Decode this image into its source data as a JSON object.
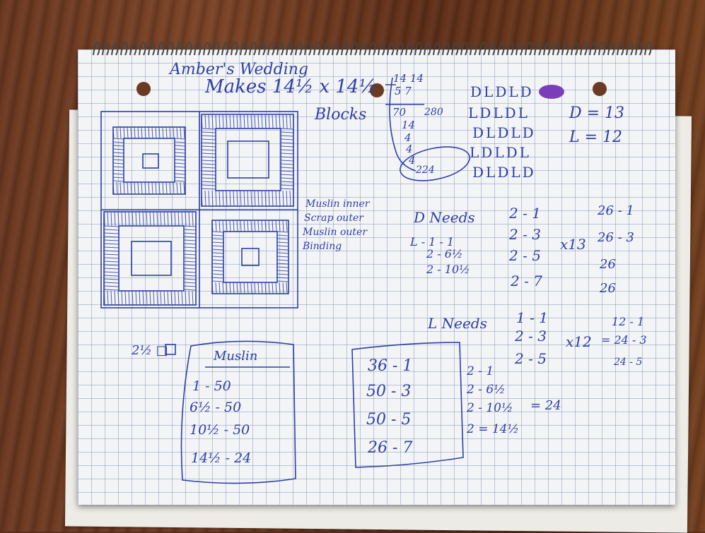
{
  "title": "Amber's Wedding",
  "subtitle": "Makes 14½ x 14½",
  "blocks_label": "Blocks",
  "block_calc": [
    "14 14",
    "5  7",
    "70",
    "14",
    "4",
    "4",
    "4",
    "224"
  ],
  "block_calc_note": "280",
  "rows": [
    "DLDLD",
    "LDLDL",
    "DLDLD",
    "LDLDL",
    "DLDLD"
  ],
  "counts": {
    "d": "D = 13",
    "l": "L = 12"
  },
  "legend": [
    "Muslin inner",
    "Scrap outer",
    "Muslin outer",
    "Binding"
  ],
  "d_needs": {
    "label": "D Needs",
    "left": [
      "L - 1 - 1",
      "2 - 6½",
      "2 - 10½"
    ],
    "mid": [
      "2 - 1",
      "2 - 3",
      "2 - 5",
      "2 - 7"
    ],
    "mult": "x13",
    "right": [
      "26 - 1",
      "26 - 3",
      "26",
      "26"
    ]
  },
  "l_needs": {
    "label": "L Needs",
    "mid": [
      "1 - 1",
      "2 - 3",
      "2 - 5"
    ],
    "mult": "x12",
    "right": [
      "12 - 1",
      "= 24 - 3",
      "24 - 5"
    ]
  },
  "square_label": "2½ □",
  "muslin": {
    "title": "Muslin",
    "rows": [
      "1  - 50",
      "6½ - 50",
      "10½ - 50",
      "14½ - 24"
    ]
  },
  "box2": [
    "36 - 1",
    "50 - 3",
    "50 - 5",
    "26 - 7"
  ],
  "box2_side": [
    "2 - 1",
    "2 - 6½",
    "2 - 10½",
    "2 = 14½"
  ],
  "box2_note": "= 24",
  "colors": {
    "ink": "#2f3fa6",
    "purple": "#7a3fb8",
    "paper": "#f3f4f6",
    "wood": "#6b3820"
  }
}
